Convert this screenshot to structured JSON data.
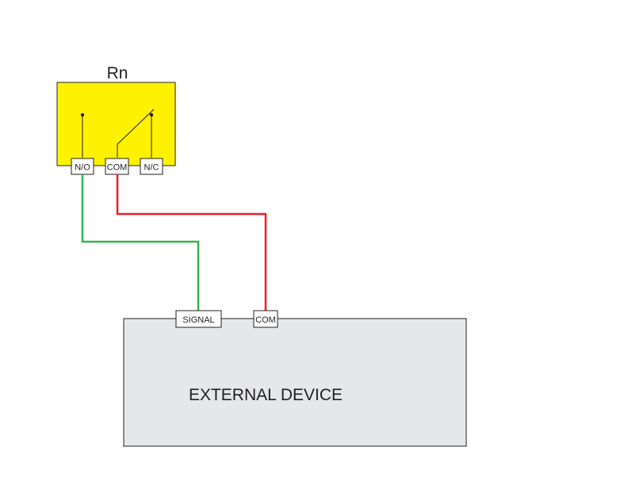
{
  "relay": {
    "label": "Rn",
    "terminals": {
      "no": "N/O",
      "com": "COM",
      "nc": "N/C"
    }
  },
  "device": {
    "label": "EXTERNAL DEVICE",
    "terminals": {
      "signal": "SIGNAL",
      "com": "COM"
    }
  },
  "colors": {
    "relay_fill": "#fff200",
    "device_fill": "#e6e7e8",
    "wire_signal": "#39b54a",
    "wire_com": "#ed1c24",
    "outline": "#231f20"
  }
}
